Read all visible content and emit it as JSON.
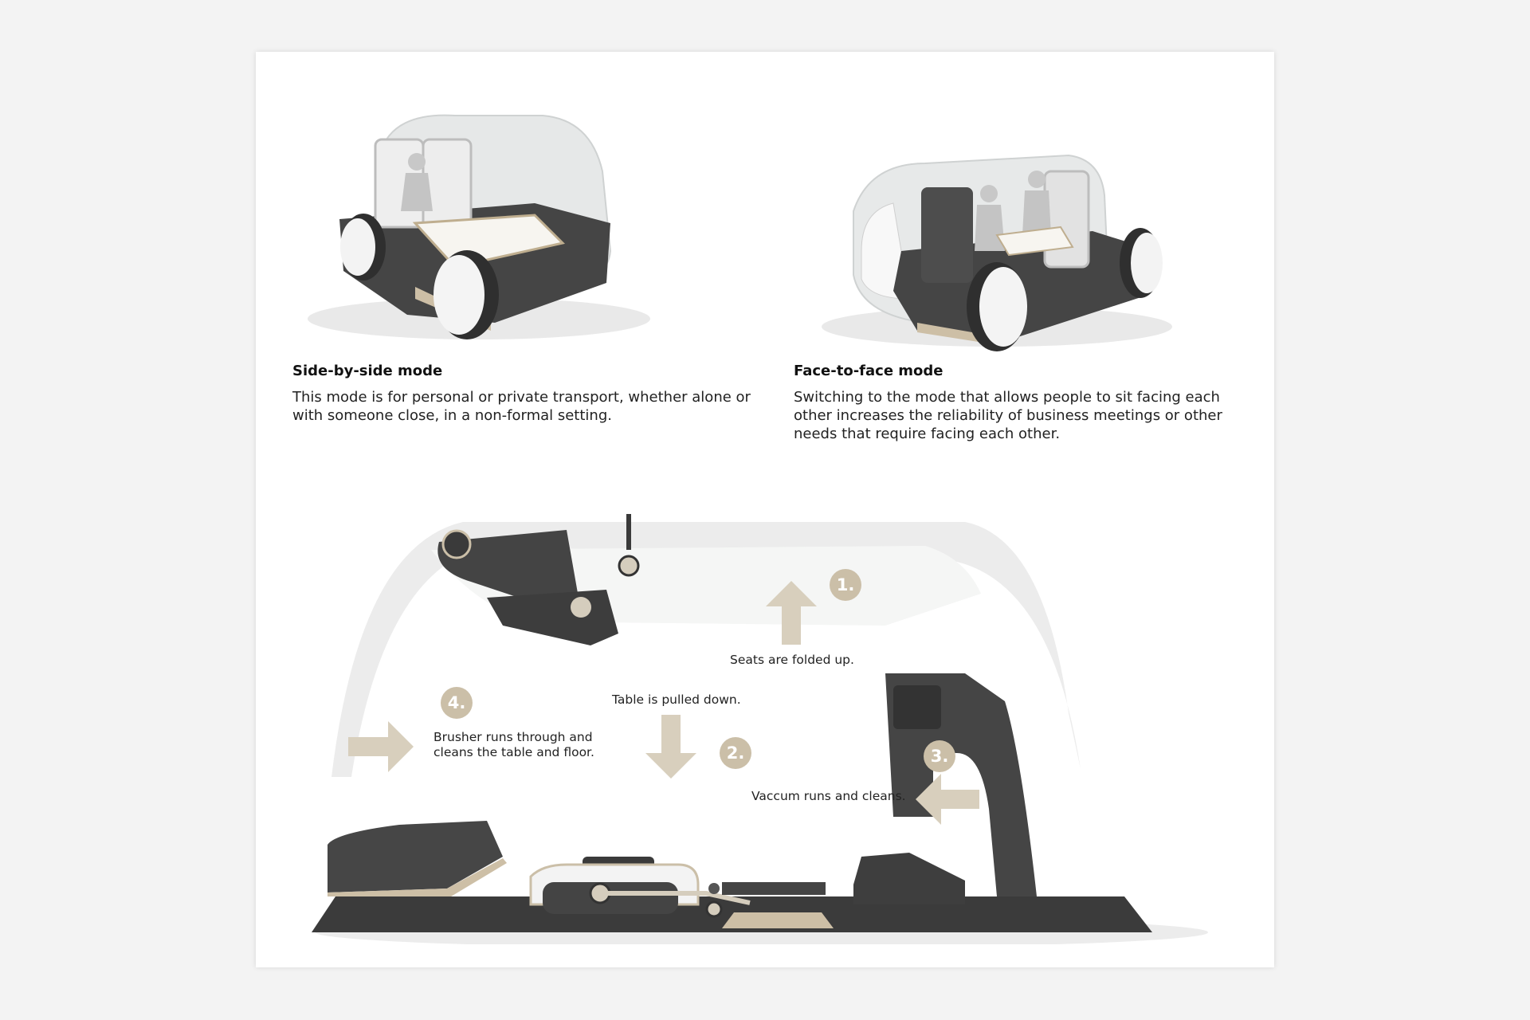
{
  "colors": {
    "accent": "#d8cfbd",
    "badge": "#cbbfa8",
    "dark_body": "#4a4a4a",
    "background": "#f3f3f3",
    "sheet": "#ffffff"
  },
  "modes": [
    {
      "title": "Side-by-side mode",
      "description": "This mode is for personal or private transport, whether alone or with someone close, in a non-formal setting."
    },
    {
      "title": "Face-to-face mode",
      "description": "Switching to the mode that allows people to sit facing each other increases the reliability of business meetings or other needs that require facing each other."
    }
  ],
  "steps": [
    {
      "number": "1.",
      "text": "Seats are folded up."
    },
    {
      "number": "2.",
      "text": "Table is pulled down."
    },
    {
      "number": "3.",
      "text": "Vaccum runs and cleans."
    },
    {
      "number": "4.",
      "text": "Brusher runs through and cleans the table and floor."
    }
  ]
}
